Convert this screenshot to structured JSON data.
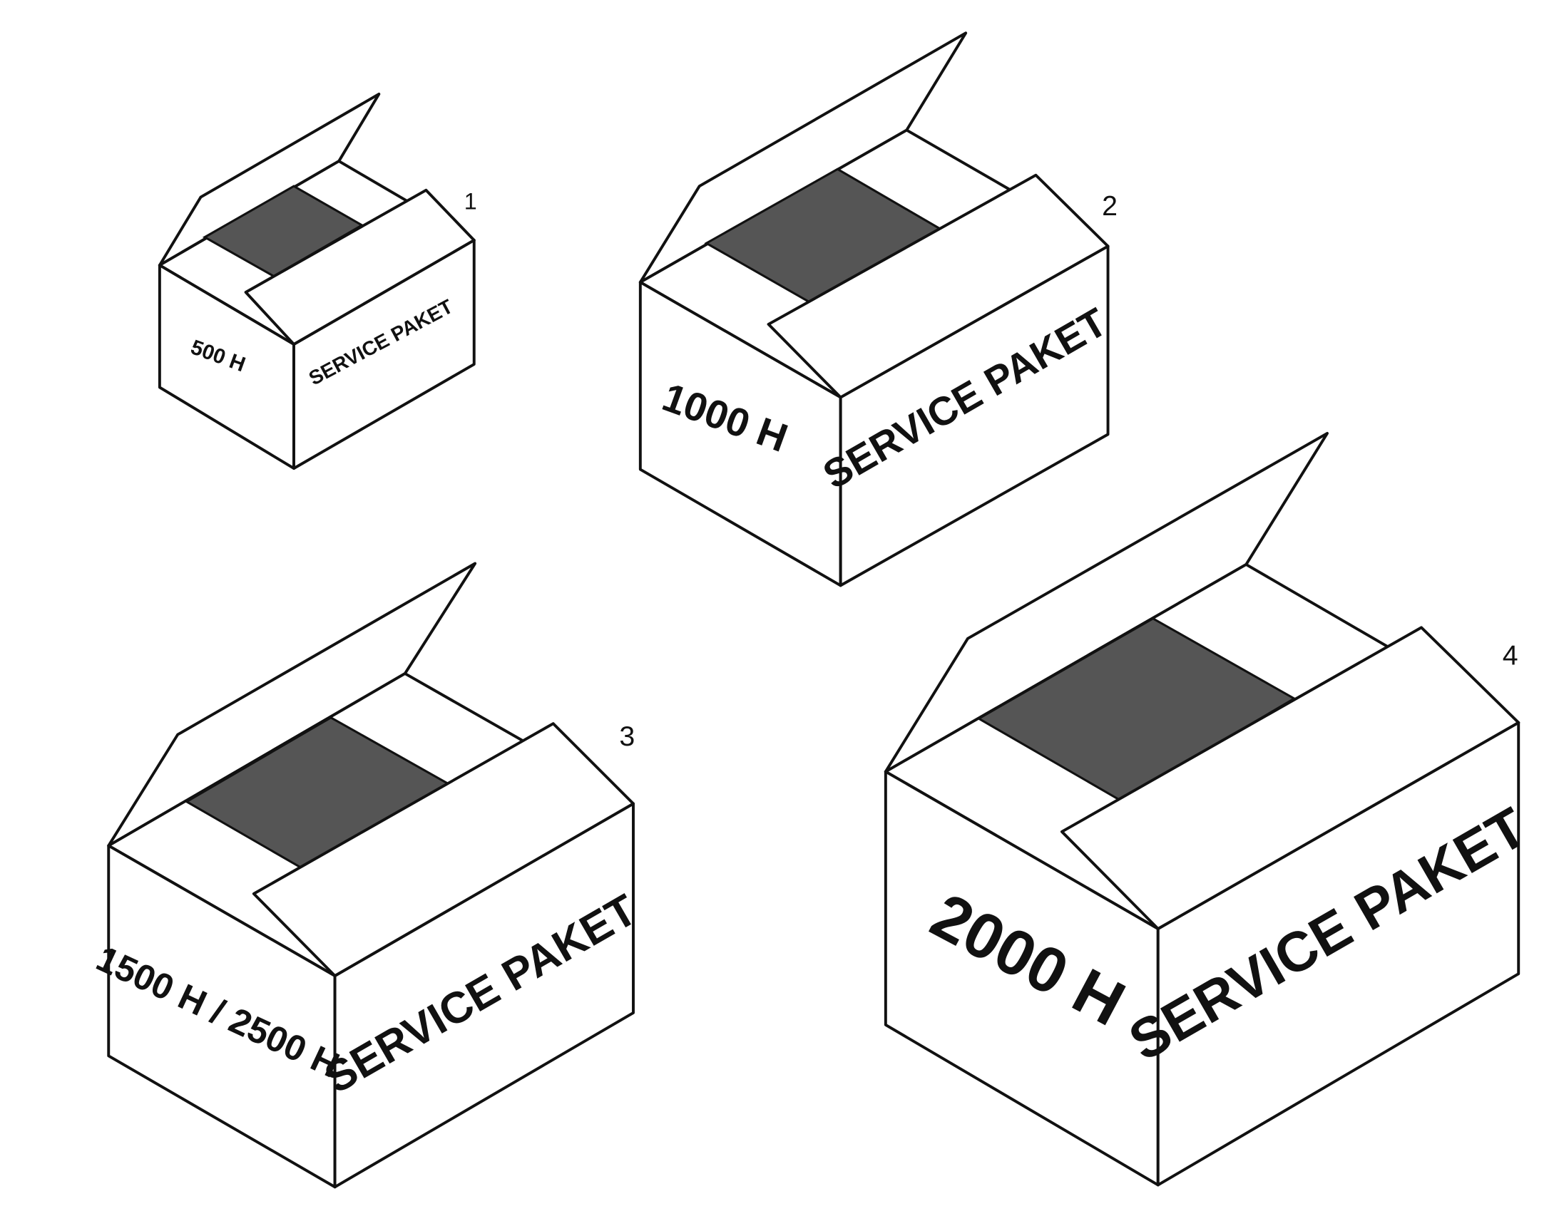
{
  "diagram": {
    "colors": {
      "outline": "#111111",
      "face": "#ffffff",
      "contents": "#555555"
    },
    "boxes": [
      {
        "number": "1",
        "side_label": "500 H",
        "front_label": "SERVICE PAKET"
      },
      {
        "number": "2",
        "side_label": "1000 H",
        "front_label": "SERVICE PAKET"
      },
      {
        "number": "3",
        "side_label": "1500 H / 2500 H",
        "front_label": "SERVICE PAKET"
      },
      {
        "number": "4",
        "side_label": "2000 H",
        "front_label": "SERVICE PAKET"
      }
    ]
  }
}
